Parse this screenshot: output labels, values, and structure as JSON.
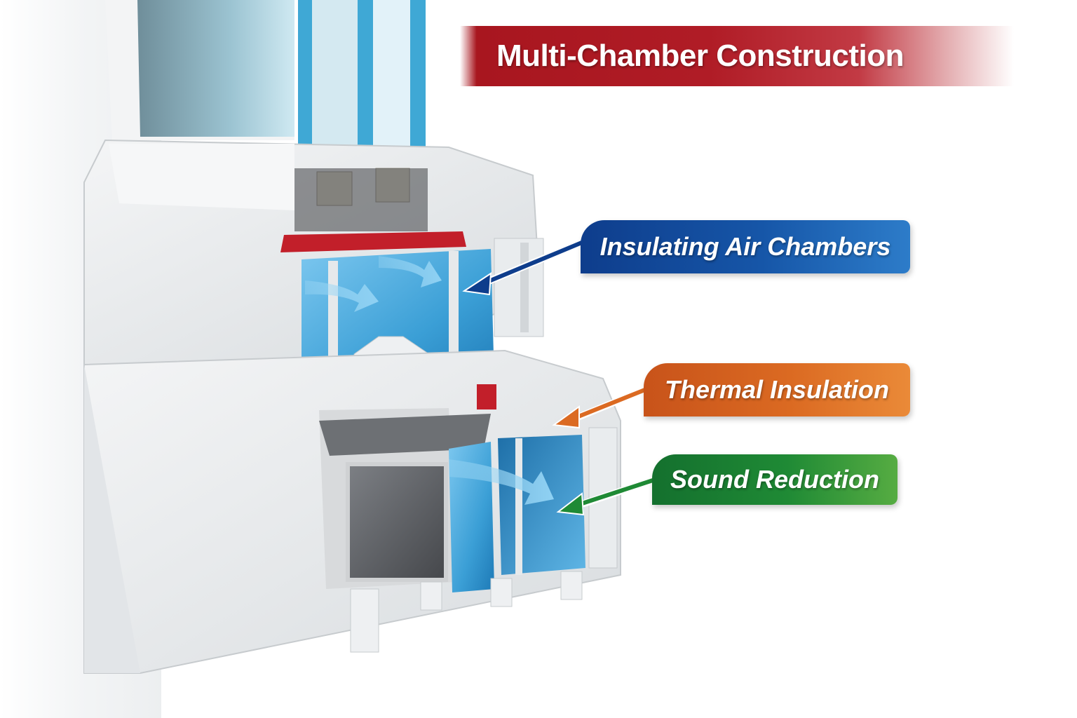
{
  "title": "Multi-Chamber Construction",
  "callouts": [
    {
      "label": "Insulating Air Chambers",
      "color": "#1656a8"
    },
    {
      "label": "Thermal Insulation",
      "color": "#db6a22"
    },
    {
      "label": "Sound Reduction",
      "color": "#1f8a35"
    }
  ],
  "colors": {
    "title_banner": "#b01c26",
    "frame_pvc": "#eef0f2",
    "air_chamber": "#4aa8dc",
    "glass": "#2a9fd0",
    "gasket": "#c21f2a",
    "steel_reinforcement": "#5a5c60"
  }
}
